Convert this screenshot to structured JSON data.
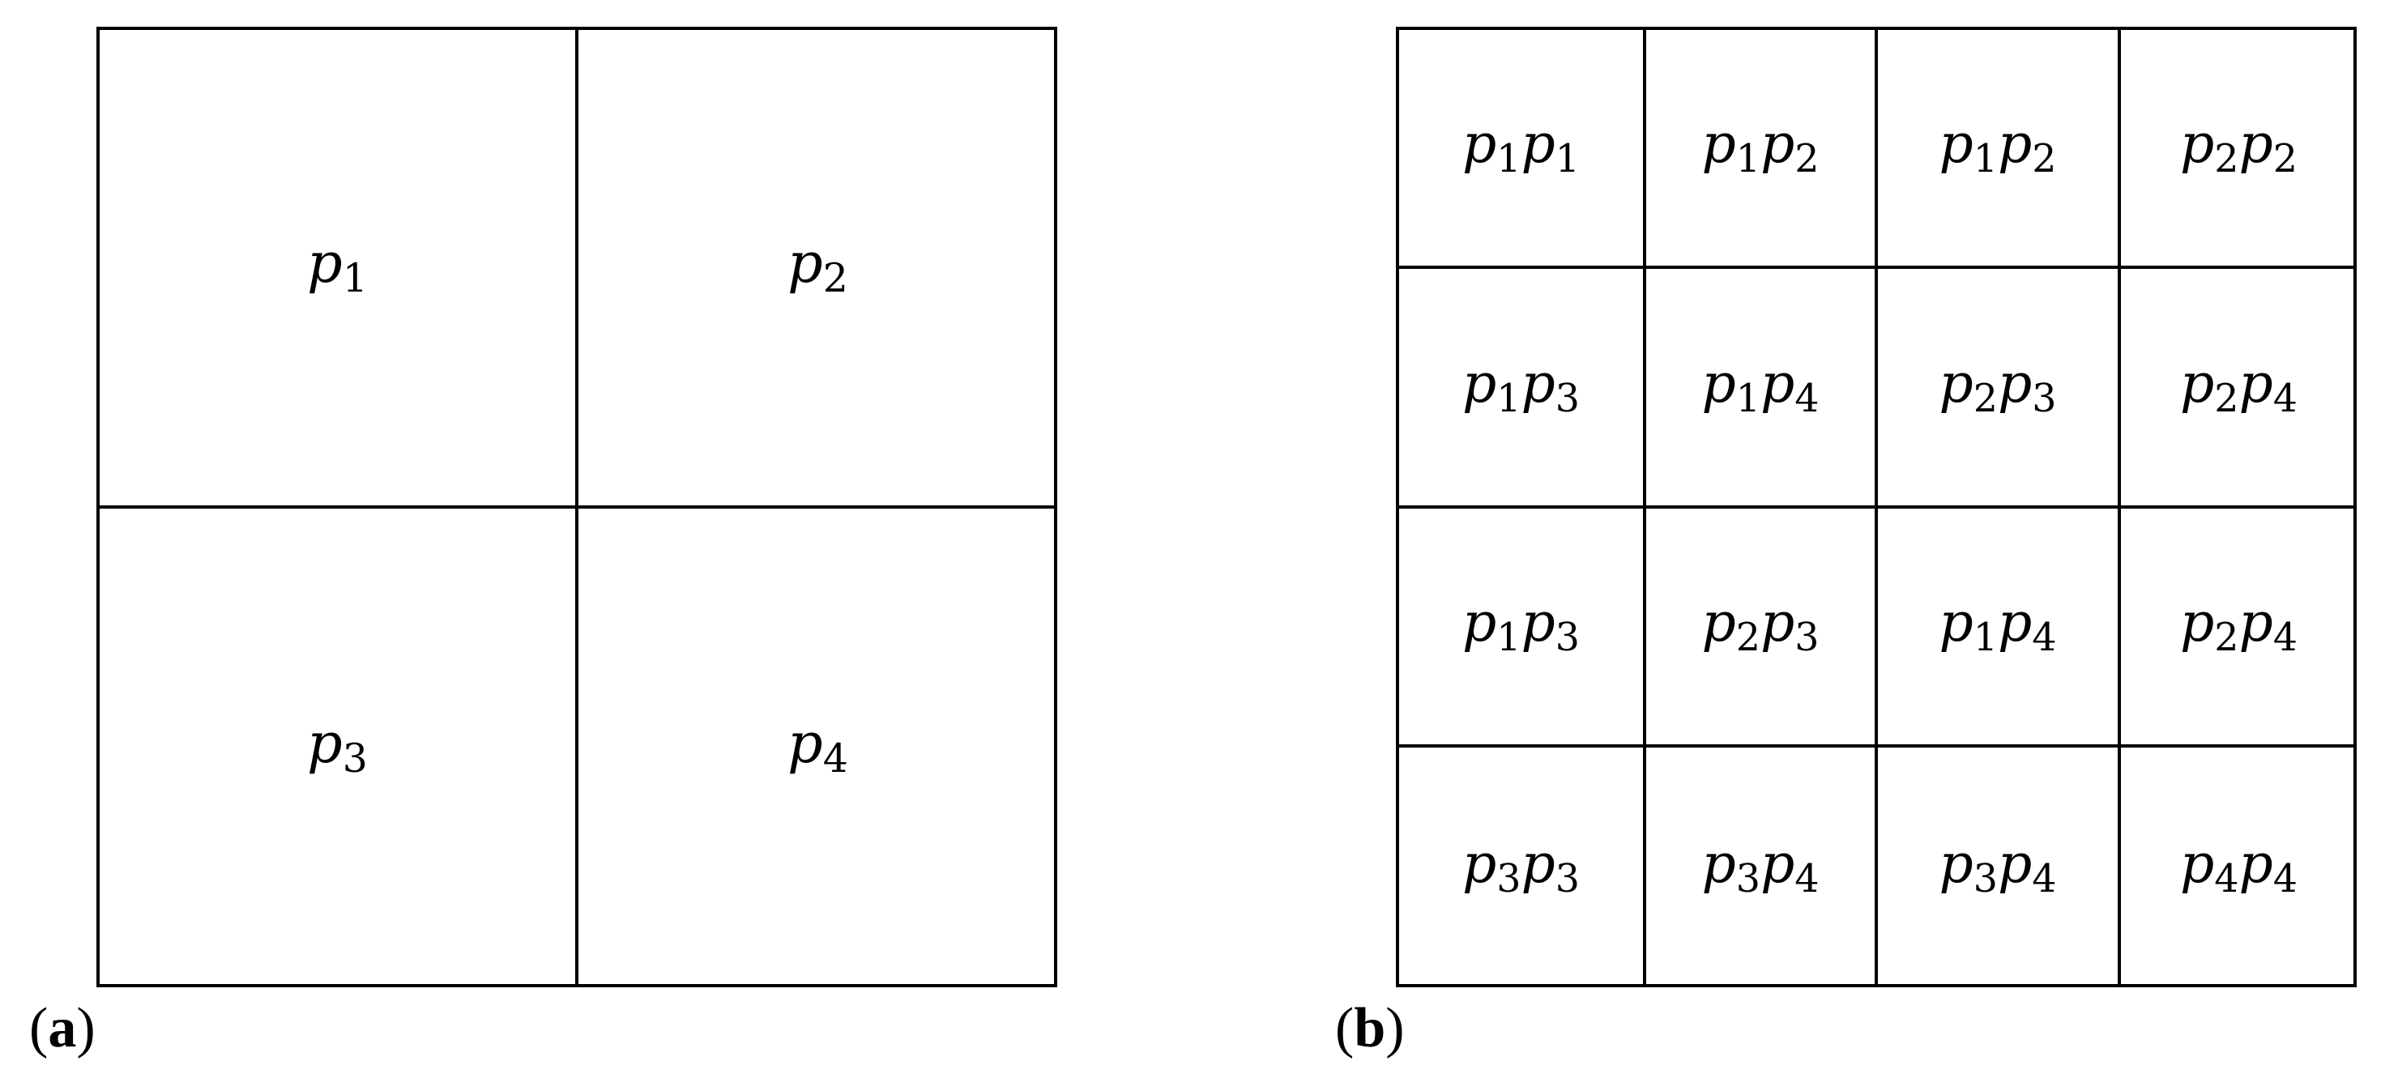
{
  "panel_a": {
    "label": "a",
    "cells": [
      {
        "base": "p",
        "sub": "1"
      },
      {
        "base": "p",
        "sub": "2"
      },
      {
        "base": "p",
        "sub": "3"
      },
      {
        "base": "p",
        "sub": "4"
      }
    ]
  },
  "panel_b": {
    "label": "b",
    "cells": [
      {
        "base1": "p",
        "sub1": "1",
        "base2": "p",
        "sub2": "1"
      },
      {
        "base1": "p",
        "sub1": "1",
        "base2": "p",
        "sub2": "2"
      },
      {
        "base1": "p",
        "sub1": "1",
        "base2": "p",
        "sub2": "2"
      },
      {
        "base1": "p",
        "sub1": "2",
        "base2": "p",
        "sub2": "2"
      },
      {
        "base1": "p",
        "sub1": "1",
        "base2": "p",
        "sub2": "3"
      },
      {
        "base1": "p",
        "sub1": "1",
        "base2": "p",
        "sub2": "4"
      },
      {
        "base1": "p",
        "sub1": "2",
        "base2": "p",
        "sub2": "3"
      },
      {
        "base1": "p",
        "sub1": "2",
        "base2": "p",
        "sub2": "4"
      },
      {
        "base1": "p",
        "sub1": "1",
        "base2": "p",
        "sub2": "3"
      },
      {
        "base1": "p",
        "sub1": "2",
        "base2": "p",
        "sub2": "3"
      },
      {
        "base1": "p",
        "sub1": "1",
        "base2": "p",
        "sub2": "4"
      },
      {
        "base1": "p",
        "sub1": "2",
        "base2": "p",
        "sub2": "4"
      },
      {
        "base1": "p",
        "sub1": "3",
        "base2": "p",
        "sub2": "3"
      },
      {
        "base1": "p",
        "sub1": "3",
        "base2": "p",
        "sub2": "4"
      },
      {
        "base1": "p",
        "sub1": "3",
        "base2": "p",
        "sub2": "4"
      },
      {
        "base1": "p",
        "sub1": "4",
        "base2": "p",
        "sub2": "4"
      }
    ]
  }
}
